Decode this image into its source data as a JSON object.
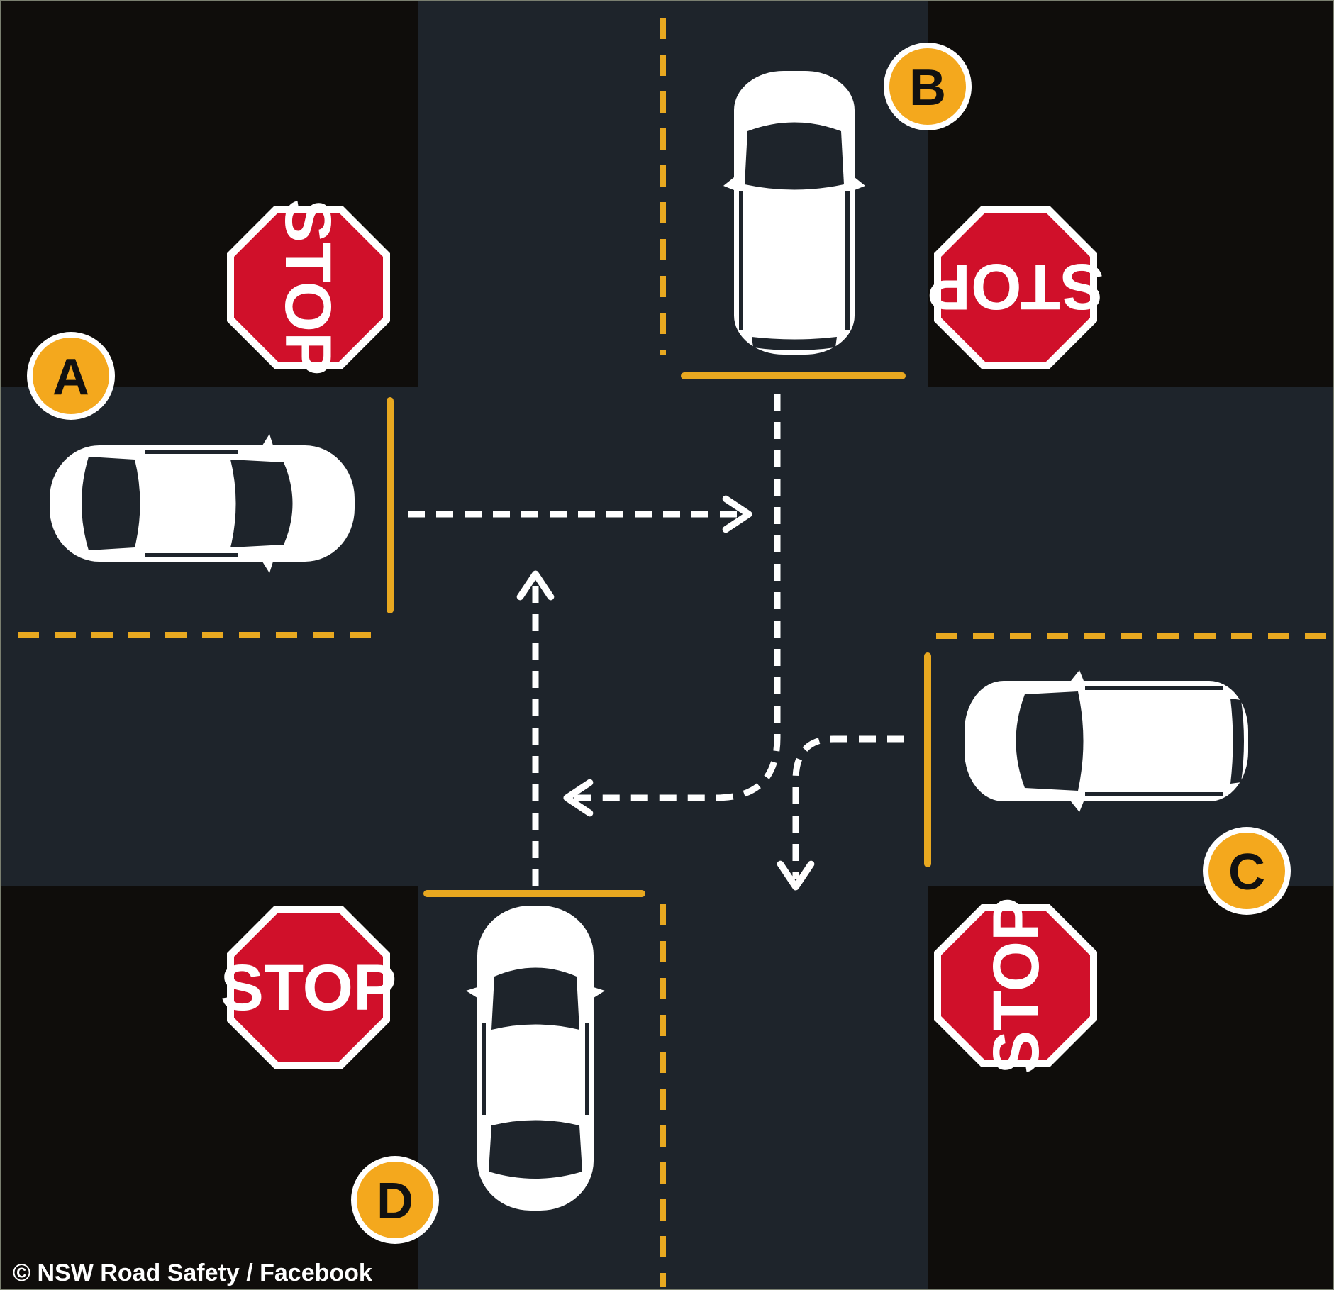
{
  "signs": {
    "stop_top_left": "STOP",
    "stop_top_right": "STOP",
    "stop_bottom_left": "STOP",
    "stop_bottom_right": "STOP"
  },
  "vehicles": {
    "a": "A",
    "b": "B",
    "c": "C",
    "d": "D"
  },
  "credit": "© NSW Road Safety / Facebook",
  "colors": {
    "corner": "#0f0d0b",
    "road": "#1e242b",
    "line": "#e8a820",
    "arrow": "#ffffff",
    "stop_sign": "#d0102a",
    "badge": "#f4a81d",
    "car": "#ffffff",
    "glass": "#1e242b"
  }
}
